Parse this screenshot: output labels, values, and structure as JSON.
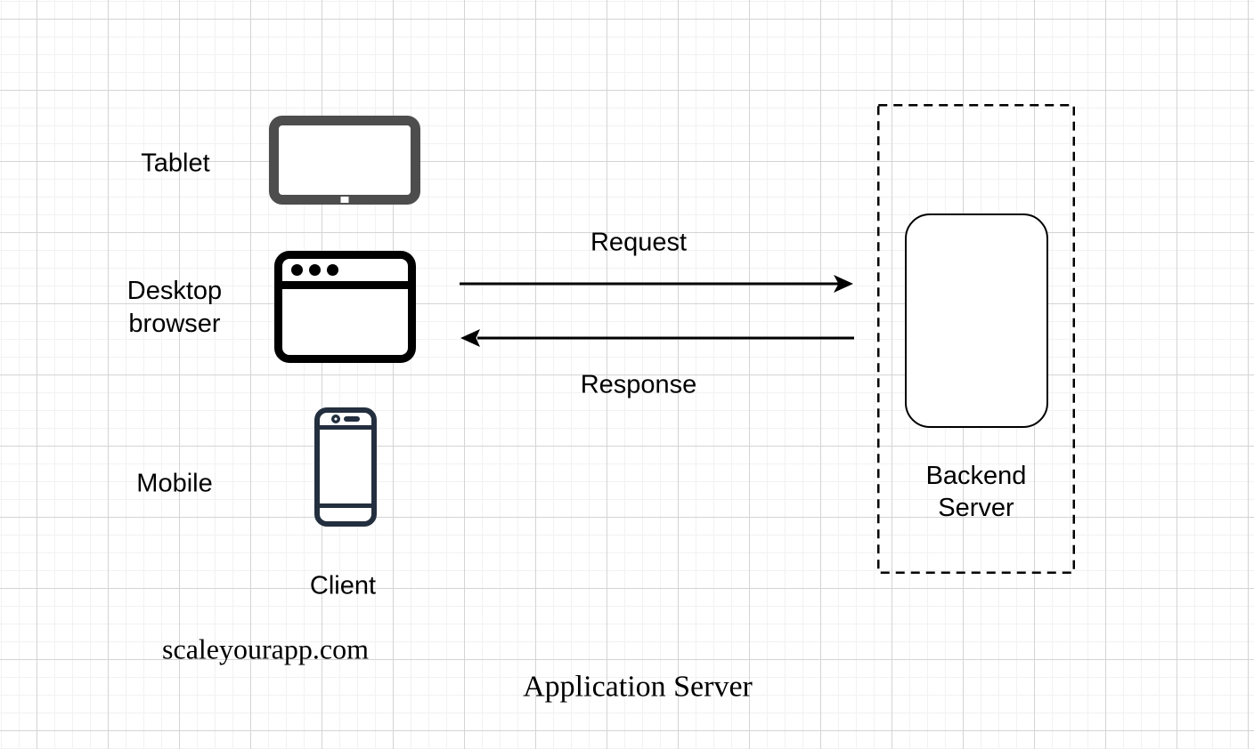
{
  "diagram": {
    "title": "Application Server",
    "watermark": "scaleyourapp.com",
    "client_group": {
      "label": "Client",
      "devices": [
        {
          "id": "tablet",
          "label": "Tablet"
        },
        {
          "id": "desktop-browser",
          "label": "Desktop\nbrowser"
        },
        {
          "id": "mobile",
          "label": "Mobile"
        }
      ]
    },
    "flows": {
      "request_label": "Request",
      "response_label": "Response"
    },
    "backend": {
      "label": "Backend\nServer"
    },
    "icons": [
      "tablet-icon",
      "desktop-browser-icon",
      "mobile-icon",
      "request-arrow-icon",
      "response-arrow-icon",
      "backend-server-node",
      "backend-server-dashed-boundary"
    ],
    "colors": {
      "tablet_gray": "#4d4d4d",
      "mobile_navy": "#232f3e",
      "stroke_black": "#000000",
      "grid_minor": "#f3f1f1",
      "grid_major": "#d4d4d4",
      "background": "#ffffff"
    }
  }
}
